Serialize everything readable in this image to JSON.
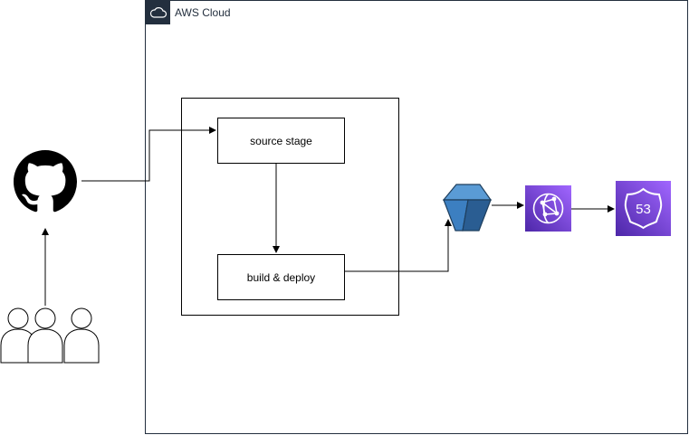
{
  "aws_cloud": {
    "title": "AWS Cloud",
    "icon": "cloud-icon",
    "border_color": "#232F3E"
  },
  "pipeline": {
    "source_label": "source stage",
    "build_label": "build & deploy"
  },
  "icons": {
    "github": "github-icon",
    "users": "users-icon",
    "s3": "s3-bucket-icon",
    "cloudfront": "cloudfront-icon",
    "route53": "route53-icon",
    "route53_number": "53"
  },
  "colors": {
    "aws_purple": "#8C4FFF",
    "s3_blue": "#3C7FC1",
    "line": "#000000"
  }
}
